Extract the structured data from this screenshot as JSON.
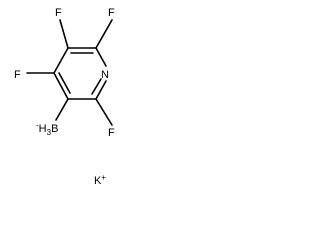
{
  "molecule": {
    "atoms": {
      "f_top_left": "F",
      "f_top_right": "F",
      "f_left": "F",
      "n": "N",
      "f_right": "F",
      "boron_charge": "-",
      "boron_h": "H",
      "boron_h_count": "3",
      "boron": "B"
    },
    "counterion": {
      "symbol": "K",
      "charge": "+"
    }
  }
}
